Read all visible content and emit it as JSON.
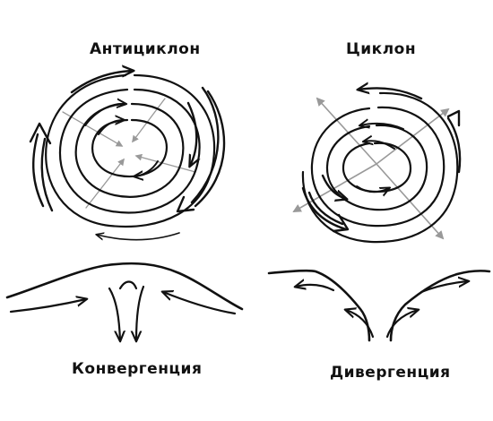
{
  "labels": {
    "anticyclone": "Антициклон",
    "cyclone": "Циклон",
    "convergence": "Конвергенция",
    "divergence": "Дивергенция"
  },
  "colors": {
    "ink": "#111111",
    "wind_arrows": "#999999"
  }
}
